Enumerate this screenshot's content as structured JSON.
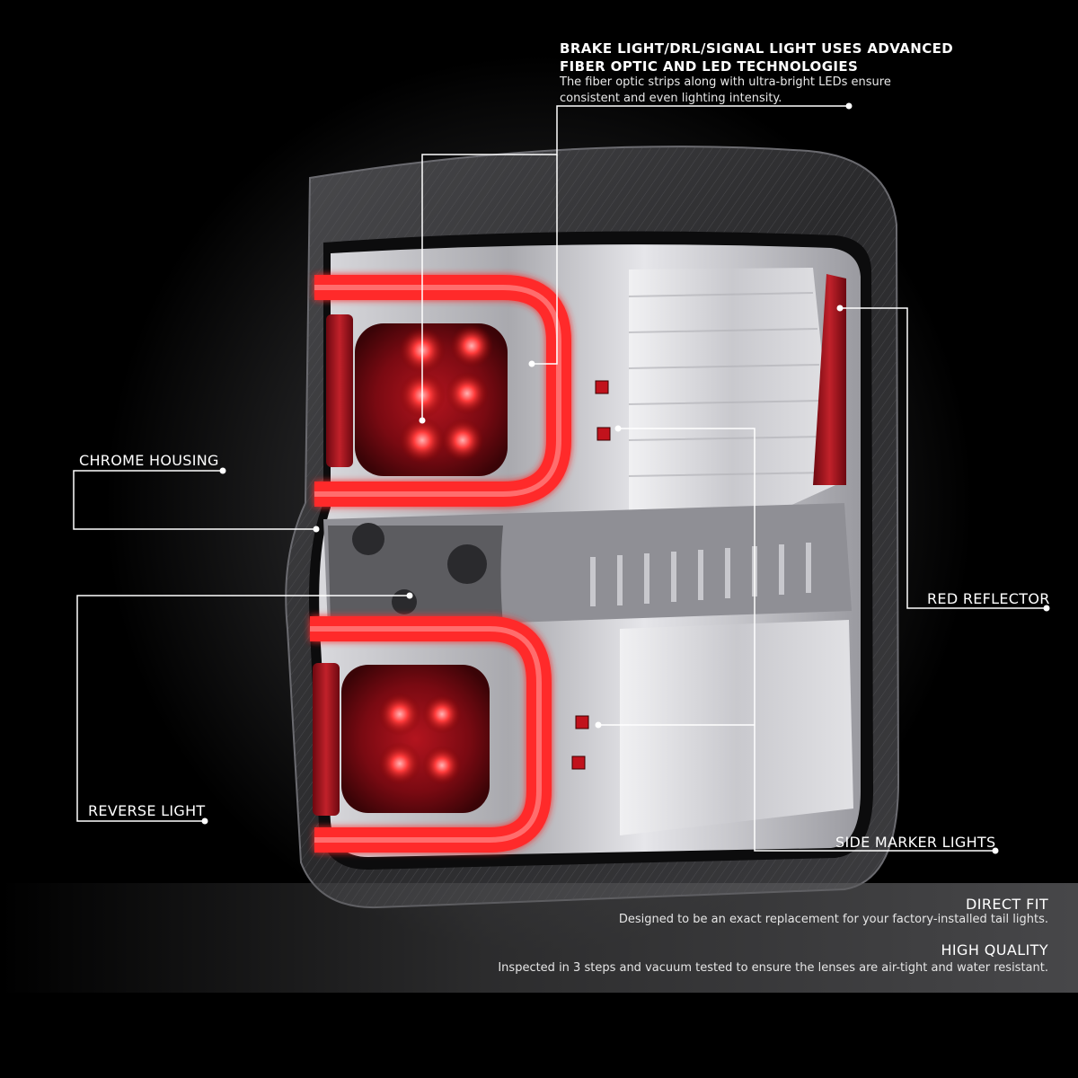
{
  "callouts": {
    "fiber_optic": {
      "title": "BRAKE LIGHT/DRL/SIGNAL LIGHT USES ADVANCED FIBER OPTIC AND LED TECHNOLOGIES",
      "description": "The fiber optic strips along with ultra-bright LEDs ensure consistent and even lighting intensity."
    },
    "chrome_housing": "CHROME HOUSING",
    "reverse_light": "REVERSE LIGHT",
    "red_reflector": "RED REFLECTOR",
    "side_marker_lights": "SIDE MARKER LIGHTS"
  },
  "features": [
    {
      "title": "DIRECT FIT",
      "description": "Designed to be an exact replacement for your factory-installed tail lights."
    },
    {
      "title": "HIGH QUALITY",
      "description": "Inspected in 3 steps and vacuum tested to ensure the lenses are air-tight and water resistant."
    }
  ],
  "colors": {
    "background": "#000000",
    "led_glow": "#ff2a2a",
    "lens_red": "#8a0c14",
    "chrome": "#c8c8cc",
    "callout_line": "#ffffff"
  }
}
